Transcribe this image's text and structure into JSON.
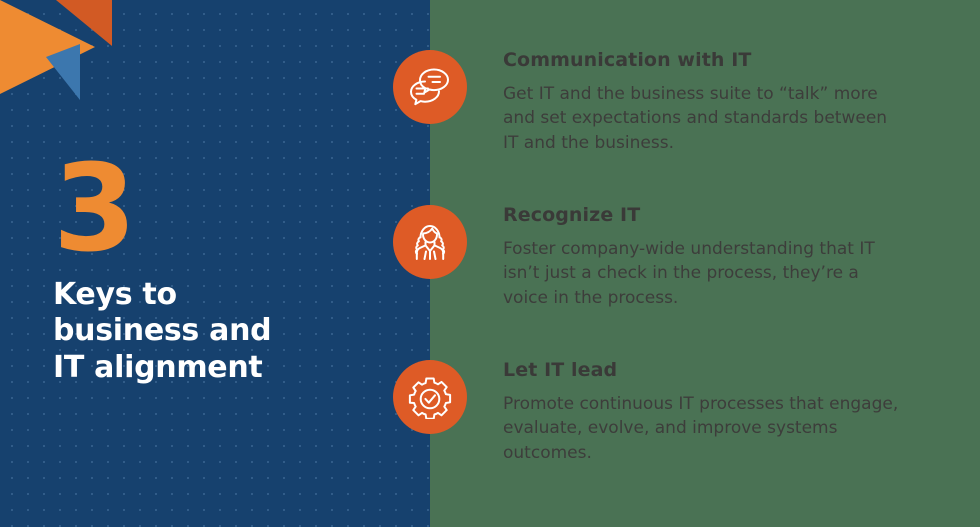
{
  "theme": {
    "navy": "#16416E",
    "green": "#4A7254",
    "orange_accent": "#EE8B32",
    "orange_circle": "#DE5B26",
    "orange_dark": "#D25A24",
    "blue_light": "#3C77AE",
    "text_dark": "#3A3A38",
    "white": "#FFFFFF"
  },
  "logo": {
    "name": "triangle-logo-mark",
    "shapes": [
      {
        "name": "orange-arrow",
        "color": "#EE8B32"
      },
      {
        "name": "dark-orange-triangle",
        "color": "#D25A24"
      },
      {
        "name": "light-blue-triangle",
        "color": "#3C77AE"
      }
    ]
  },
  "left_panel": {
    "number": "3",
    "headline": "Keys to\nbusiness and\nIT alignment"
  },
  "keys": [
    {
      "icon": "speech-bubbles-icon",
      "title": "Communication with IT",
      "body": "Get IT and the business suite to “talk” more and set expectations and standards between IT and the business."
    },
    {
      "icon": "business-person-icon",
      "title": "Recognize IT",
      "body": "Foster company-wide understanding that IT isn’t just a check in the process, they’re a voice in the process."
    },
    {
      "icon": "gear-check-icon",
      "title": "Let IT lead",
      "body": "Promote continuous IT processes that engage, evaluate, evolve, and improve systems outcomes."
    }
  ]
}
